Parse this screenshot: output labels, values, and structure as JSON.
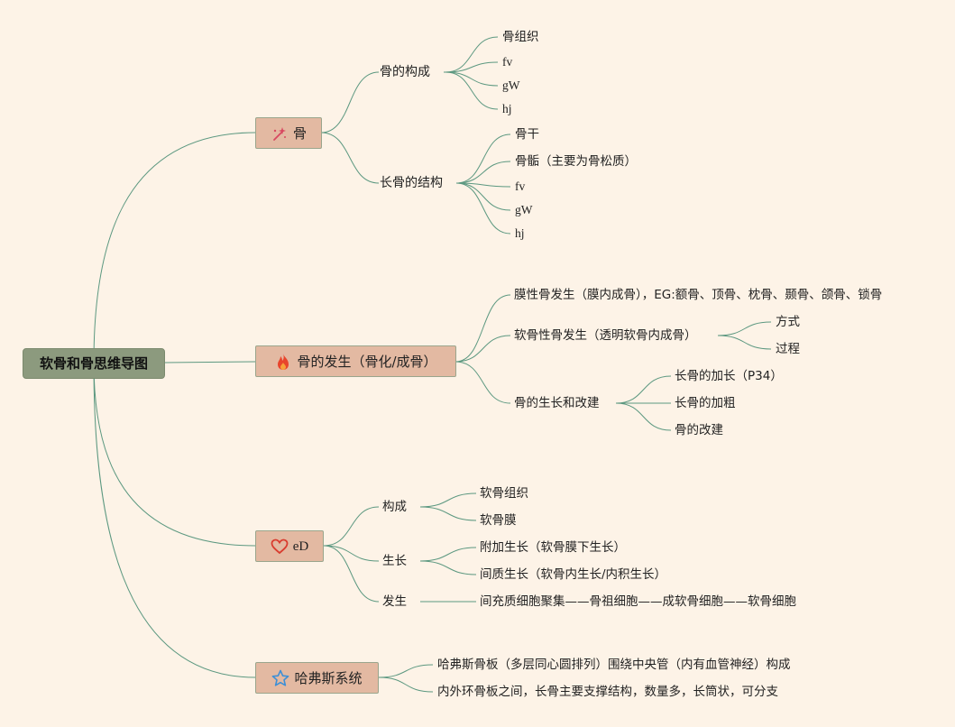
{
  "root": {
    "label": "软骨和骨思维导图"
  },
  "branches": [
    {
      "label": "骨",
      "icon": "magic-wand-sparkle-icon",
      "children": [
        {
          "label": "骨的构成",
          "children": [
            "骨组织",
            "fv",
            "gW",
            "hj"
          ]
        },
        {
          "label": "长骨的结构",
          "children": [
            "骨干",
            "骨骺（主要为骨松质）",
            "fv",
            "gW",
            "hj"
          ]
        }
      ]
    },
    {
      "label": "骨的发生（骨化/成骨）",
      "icon": "fire-icon",
      "children": [
        {
          "label": "膜性骨发生（膜内成骨），EG:额骨、顶骨、枕骨、颞骨、颌骨、锁骨",
          "children": []
        },
        {
          "label": "软骨性骨发生（透明软骨内成骨）",
          "children": [
            "方式",
            "过程"
          ]
        },
        {
          "label": "骨的生长和改建",
          "children": [
            "长骨的加长（P34）",
            "长骨的加粗",
            "骨的改建"
          ]
        }
      ]
    },
    {
      "label": "eD",
      "icon": "heart-icon",
      "children": [
        {
          "label": "构成",
          "children": [
            "软骨组织",
            "软骨膜"
          ]
        },
        {
          "label": "生长",
          "children": [
            "附加生长（软骨膜下生长）",
            "间质生长（软骨内生长/内积生长）"
          ]
        },
        {
          "label": "发生",
          "children": [
            "间充质细胞聚集——骨祖细胞——成软骨细胞——软骨细胞"
          ]
        }
      ]
    },
    {
      "label": "哈弗斯系统",
      "icon": "star-icon",
      "children": [
        {
          "label": "哈弗斯骨板（多层同心圆排列）围绕中央管（内有血管神经）构成",
          "children": []
        },
        {
          "label": "内外环骨板之间，长骨主要支撑结构，数量多，长筒状，可分支",
          "children": []
        }
      ]
    }
  ],
  "colors": {
    "background": "#fdf3e7",
    "root_fill": "#8c9a7e",
    "topic_fill": "#e3b9a2",
    "connector": "#5c9880",
    "fire": "#e8452c",
    "heart": "#d93c2f",
    "star": "#3d8fd6",
    "wand": "#d84860"
  }
}
